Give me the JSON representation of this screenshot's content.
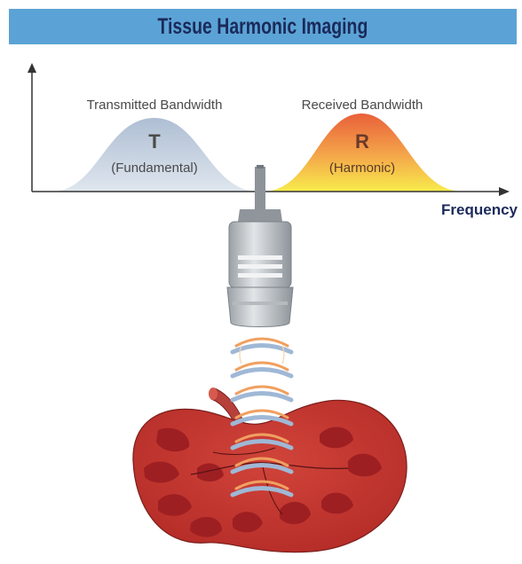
{
  "title": "Tissue Harmonic Imaging",
  "graph": {
    "x_axis_label": "Frequency",
    "transmitted": {
      "heading": "Transmitted Bandwidth",
      "letter": "T",
      "sublabel": "(Fundamental)"
    },
    "received": {
      "heading": "Received Bandwidth",
      "letter": "R",
      "sublabel": "(Harmonic)"
    }
  },
  "colors": {
    "title_bar": "#5ba3d6",
    "title_text": "#1b2a5a",
    "transmitted_curve": "#b8c8da",
    "received_curve_top": "#ec6a3c",
    "received_curve_bottom": "#f7e84a",
    "kidney": "#c4332b",
    "kidney_pyramids": "#9e1f22",
    "wave_blue": "#9fb8d6",
    "wave_orange": "#f0a060",
    "probe": "#c8cbce"
  },
  "icons": [
    "ultrasound-probe-icon",
    "kidney-icon",
    "ultrasound-wave-icon"
  ]
}
